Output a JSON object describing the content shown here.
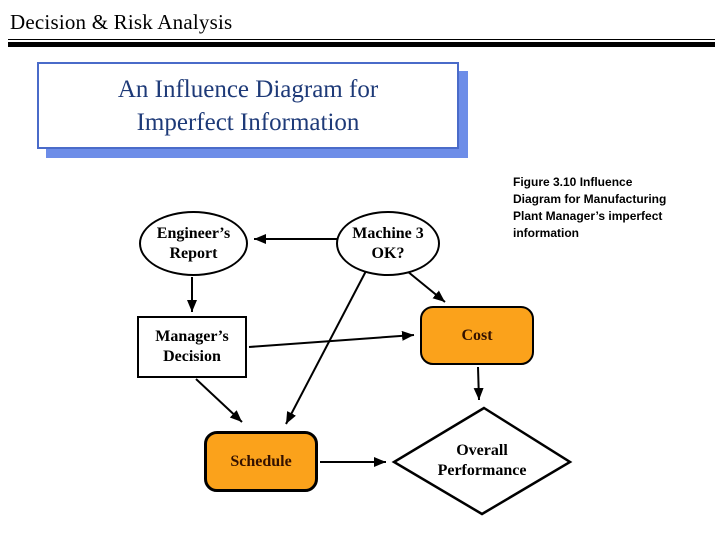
{
  "slide": {
    "header": {
      "title": "Decision & Risk Analysis"
    },
    "title_box": {
      "text": "An Influence Diagram for\nImperfect Information"
    },
    "caption": {
      "text": "Figure 3.10 Influence\nDiagram for Manufacturing\nPlant Manager’s imperfect\ninformation"
    },
    "colors": {
      "background": "#ffffff",
      "header_rule": "#000000",
      "title_box_border": "#4a6bc9",
      "title_box_shadow": "#6d8de8",
      "title_text": "#1e3a78",
      "node_fill_white": "#ffffff",
      "node_fill_orange": "#fba21b",
      "node_border": "#000000",
      "edge_line": "#000000"
    },
    "diagram": {
      "nodes": {
        "engineers_report": {
          "label": "Engineer’s\nReport",
          "shape": "ellipse"
        },
        "machine3_ok": {
          "label": "Machine 3\nOK?",
          "shape": "ellipse"
        },
        "managers_decision": {
          "label": "Manager’s\nDecision",
          "shape": "rectangle"
        },
        "cost": {
          "label": "Cost",
          "shape": "rounded-rectangle"
        },
        "schedule": {
          "label": "Schedule",
          "shape": "rounded-rectangle"
        },
        "overall_performance": {
          "label": "Overall\nPerformance",
          "shape": "diamond"
        }
      },
      "edges": [
        {
          "from": "machine3_ok",
          "to": "engineers_report"
        },
        {
          "from": "engineers_report",
          "to": "managers_decision"
        },
        {
          "from": "machine3_ok",
          "to": "cost"
        },
        {
          "from": "machine3_ok",
          "to": "schedule"
        },
        {
          "from": "managers_decision",
          "to": "cost"
        },
        {
          "from": "managers_decision",
          "to": "schedule"
        },
        {
          "from": "cost",
          "to": "overall_performance"
        },
        {
          "from": "schedule",
          "to": "overall_performance"
        }
      ]
    }
  }
}
